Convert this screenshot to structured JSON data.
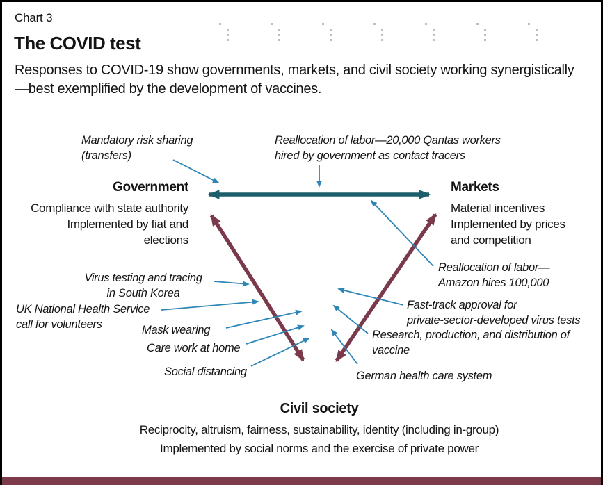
{
  "header": {
    "kicker": "Chart 3",
    "title": "The COVID test",
    "subtitle": "Responses to COVID-19 show governments, markets, and civil society working synergistically—best exemplified by the development of vaccines."
  },
  "nodes": {
    "government": {
      "title": "Government",
      "lines": [
        "Compliance with state authority",
        "Implemented by fiat and",
        "elections"
      ]
    },
    "markets": {
      "title": "Markets",
      "lines": [
        "Material incentives",
        "Implemented by prices",
        "and competition"
      ]
    },
    "civil_society": {
      "title": "Civil society",
      "lines": [
        "Reciprocity, altruism, fairness, sustainability, identity (including in-group)",
        "Implemented by social norms and the exercise of private power"
      ]
    }
  },
  "annotations": {
    "mandatory_risk_sharing": {
      "lines": [
        "Mandatory risk sharing",
        "(transfers)"
      ]
    },
    "qantas_contact_tracers": {
      "lines": [
        "Reallocation of labor—20,000 Qantas workers",
        "hired by government as contact tracers"
      ]
    },
    "virus_testing_south_korea": {
      "lines": [
        "Virus testing and tracing",
        "in South Korea"
      ]
    },
    "uk_nhs_volunteers": {
      "lines": [
        "UK National Health Service",
        "call for volunteers"
      ]
    },
    "mask_wearing": {
      "lines": [
        "Mask wearing"
      ]
    },
    "care_work_at_home": {
      "lines": [
        "Care work at home"
      ]
    },
    "social_distancing": {
      "lines": [
        "Social distancing"
      ]
    },
    "amazon_hires": {
      "lines": [
        "Reallocation of labor—",
        "Amazon hires 100,000"
      ]
    },
    "fast_track_approval": {
      "lines": [
        "Fast-track approval for",
        "private-sector-developed virus tests"
      ]
    },
    "research_vaccine": {
      "lines": [
        "Research, production, and distribution of",
        "vaccine"
      ]
    },
    "german_health_care": {
      "lines": [
        "German health care system"
      ]
    }
  },
  "colors": {
    "axis_teal": "#1d5e6d",
    "triangle_maroon": "#7b3a4c",
    "callout_blue": "#2d86b5",
    "footer_bar": "#7d3a4a",
    "text": "#141414"
  }
}
